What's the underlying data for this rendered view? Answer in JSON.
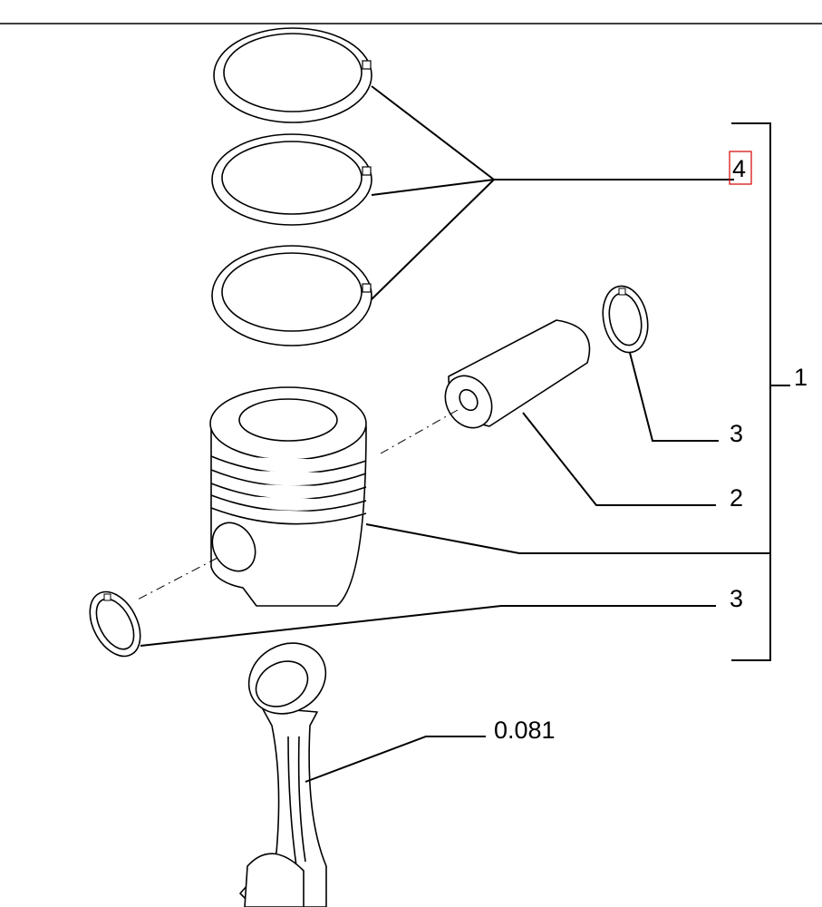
{
  "callouts": {
    "c1": "1",
    "c2": "2",
    "c3_upper": "3",
    "c3_lower": "3",
    "c4": "4",
    "c_rod": "0.081"
  },
  "highlight_color": "#d40000"
}
